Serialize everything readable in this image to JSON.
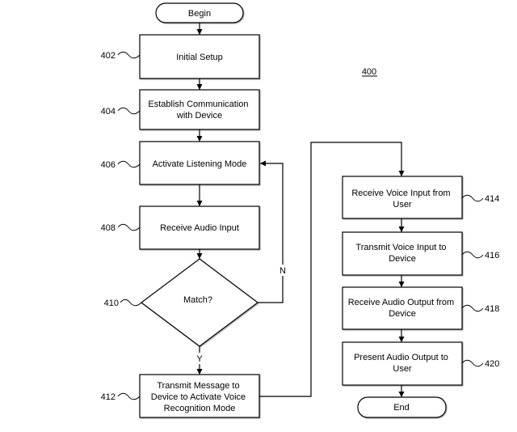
{
  "figure_number": "400",
  "terminals": {
    "begin": "Begin",
    "end": "End"
  },
  "steps": {
    "s402": {
      "ref": "402",
      "lines": [
        "Initial Setup"
      ]
    },
    "s404": {
      "ref": "404",
      "lines": [
        "Establish Communication",
        "with Device"
      ]
    },
    "s406": {
      "ref": "406",
      "lines": [
        "Activate Listening Mode"
      ]
    },
    "s408": {
      "ref": "408",
      "lines": [
        "Receive Audio Input"
      ]
    },
    "s410": {
      "ref": "410",
      "lines": [
        "Match?"
      ]
    },
    "s412": {
      "ref": "412",
      "lines": [
        "Transmit Message to",
        "Device to Activate Voice",
        "Recognition Mode"
      ]
    },
    "s414": {
      "ref": "414",
      "lines": [
        "Receive Voice Input from",
        "User"
      ]
    },
    "s416": {
      "ref": "416",
      "lines": [
        "Transmit Voice Input to",
        "Device"
      ]
    },
    "s418": {
      "ref": "418",
      "lines": [
        "Receive Audio Output from",
        "Device"
      ]
    },
    "s420": {
      "ref": "420",
      "lines": [
        "Present Audio Output to",
        "User"
      ]
    }
  },
  "branches": {
    "no": "N",
    "yes": "Y"
  },
  "colors": {
    "stroke": "#000000",
    "background": "#ffffff",
    "text": "#000000"
  }
}
